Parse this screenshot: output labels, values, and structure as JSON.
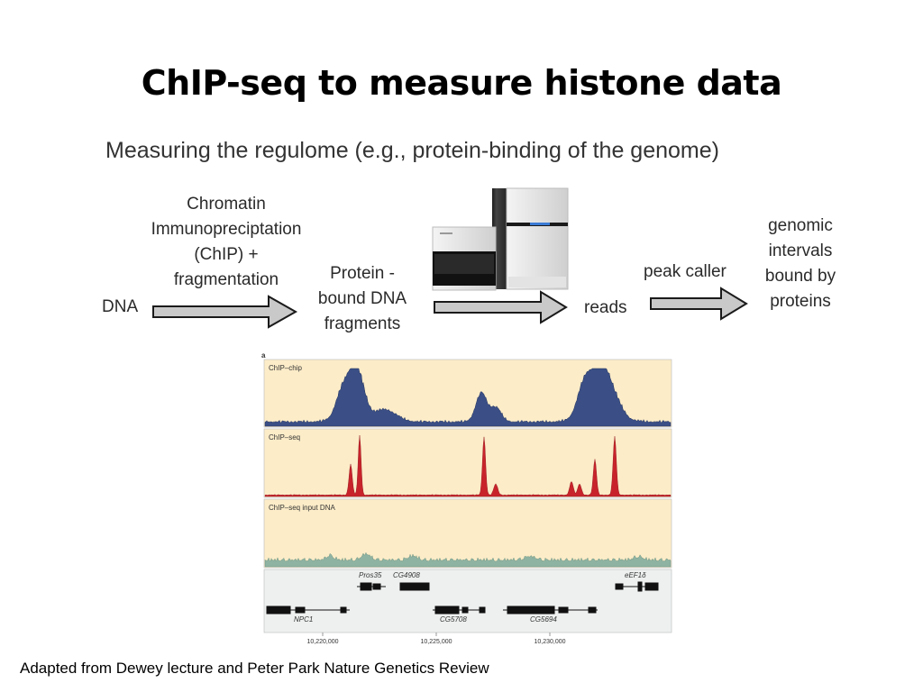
{
  "slide": {
    "title": "ChIP-seq to measure histone data",
    "subtitle": "Measuring the regulome (e.g., protein-binding of the genome)",
    "footer": "Adapted from Dewey lecture and Peter Park Nature Genetics Review"
  },
  "flow": {
    "dna": "DNA",
    "chip_step": "Chromatin\nImmunopreciptation\n(ChIP) +\nfragmentation",
    "fragments": "Protein -\nbound DNA\nfragments",
    "reads": "reads",
    "peak_caller": "peak caller",
    "output": "genomic\nintervals\nbound by\nproteins"
  },
  "figure": {
    "panel_letter": "a",
    "tracks": [
      {
        "label": "ChIP–chip",
        "color": "#3b4f86"
      },
      {
        "label": "ChIP–seq",
        "color": "#c8232b"
      },
      {
        "label": "ChIP–seq input DNA",
        "color": "#6e9a86"
      }
    ],
    "track_bg": "#fcecc8",
    "genes_top": [
      "Pros35",
      "CG4908",
      "eEF1δ"
    ],
    "genes_bottom": [
      "NPC1",
      "CG5708",
      "CG5694"
    ],
    "x_ticks": [
      "10,220,000",
      "10,225,000",
      "10,230,000"
    ]
  }
}
